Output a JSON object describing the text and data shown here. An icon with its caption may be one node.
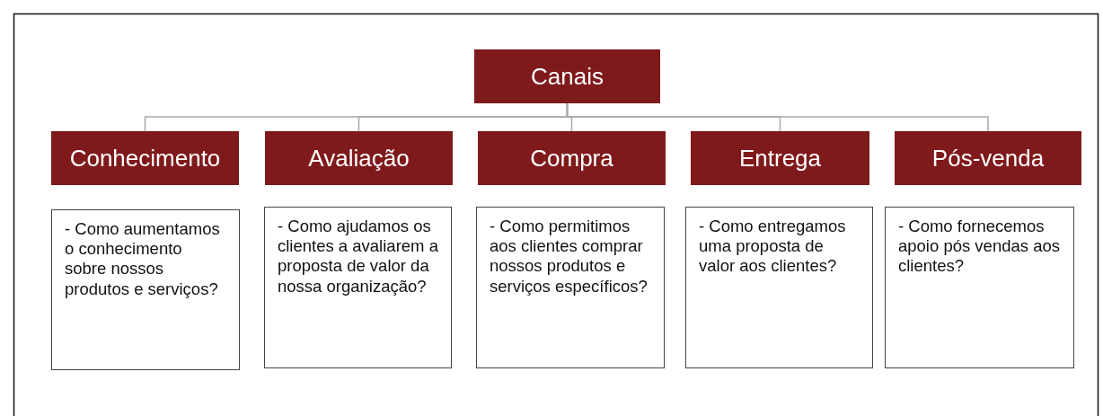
{
  "diagram": {
    "nodes": [
      {
        "text": [
          "Canais"
        ]
      },
      {
        "text": [
          "Conhecimento"
        ]
      },
      {
        "text": [
          "Avaliação"
        ]
      },
      {
        "text": [
          "Compra"
        ]
      },
      {
        "text": [
          "Entrega"
        ]
      },
      {
        "text": [
          "Pós-venda"
        ]
      },
      {
        "text": [
          "- Como aumentamos o conhecimento sobre nossos produtos e serviços?"
        ]
      },
      {
        "text": [
          "- Como ajudamos os clientes a avaliarem a proposta de valor da nossa organização?"
        ]
      },
      {
        "text": [
          "- Como permitimos aos clientes comprar nossos produtos e serviços específicos?"
        ]
      },
      {
        "text": [
          "- Como entregamos uma proposta de valor aos clientes?"
        ]
      },
      {
        "text": [
          "- Como fornecemos apoio pós vendas aos clientes?"
        ]
      }
    ],
    "edges": [
      {
        "from": 0,
        "to": 1,
        "arrow": "none"
      },
      {
        "from": 0,
        "to": 2,
        "arrow": "none"
      },
      {
        "from": 0,
        "to": 3,
        "arrow": "none"
      },
      {
        "from": 0,
        "to": 4,
        "arrow": "none"
      },
      {
        "from": 0,
        "to": 5,
        "arrow": "none"
      }
    ]
  }
}
